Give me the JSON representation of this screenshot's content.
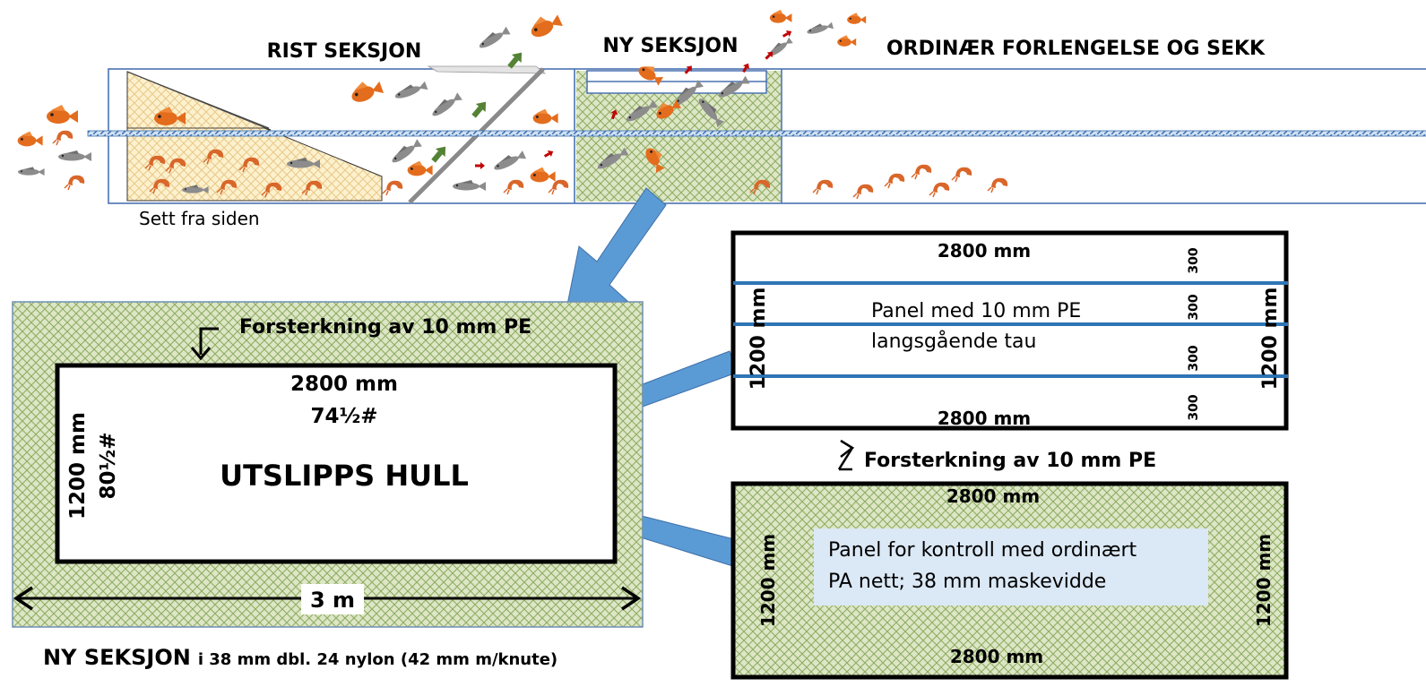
{
  "top_view": {
    "label_grid_section": "RIST SEKSJON",
    "label_new_section": "NY SEKSJON",
    "label_extension": "ORDINÆR FORLENGELSE OG SEKK",
    "caption_side_view": "Sett fra siden"
  },
  "escape_panel": {
    "reinforcement_label": "Forsterkning av 10 mm PE",
    "width_label": "2800 mm",
    "mesh_count_width": "74½#",
    "height_label": "1200 mm",
    "mesh_count_height": "80½#",
    "hole_label": "UTSLIPPS HULL",
    "total_width_label": "3 m",
    "caption_bold": "NY SEKSJON",
    "caption_rest": "i 38 mm dbl. 24 nylon (42 mm m/knute)"
  },
  "pe_panel": {
    "top_width_label": "2800 mm",
    "bottom_width_label": "2800 mm",
    "left_height_label": "1200 mm",
    "right_height_label": "1200 mm",
    "line1": "Panel med 10 mm PE",
    "line2": "langsgående tau",
    "spacings": [
      "300",
      "300",
      "300",
      "300"
    ]
  },
  "reinforcement_between": "Forsterkning av 10 mm PE",
  "control_panel": {
    "top_width_label": "2800 mm",
    "bottom_width_label": "2800 mm",
    "left_height_label": "1200 mm",
    "right_height_label": "1200 mm",
    "line1": "Panel for kontroll med ordinært",
    "line2": "PA nett; 38 mm maskevidde"
  },
  "colors": {
    "net_fill": "#dde6c6",
    "net_mesh": "#8fac62",
    "grid_fill": "#fdf1cd",
    "grid_mesh": "#e8c88a",
    "pointer_arrow": "#5b9bd5",
    "frame_line": "#4a72b0",
    "rope_line": "#2e75b6",
    "text_box_fill": "#dbe8f5",
    "redfish": "#e36c1d",
    "cod": "#7f7f7f",
    "shrimp": "#d9662a",
    "green_arrow": "#548235",
    "red_arrow": "#c00000"
  }
}
